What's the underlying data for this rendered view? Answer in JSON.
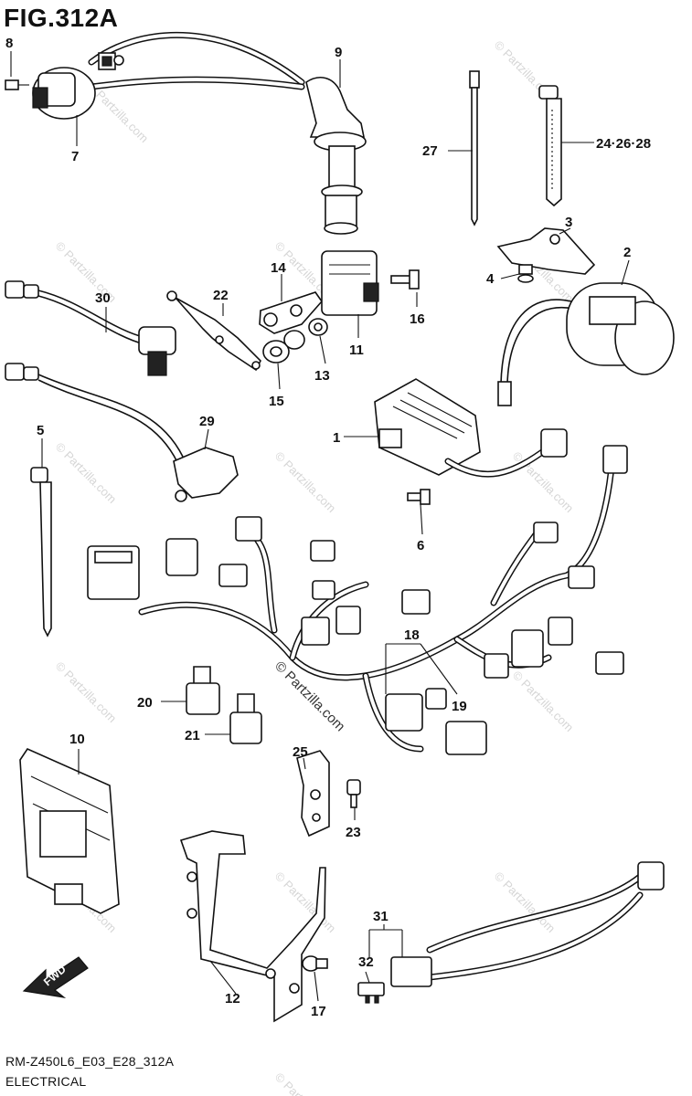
{
  "figure": {
    "title": "FIG.312A"
  },
  "footer": {
    "model_code": "RM-Z450L6_E03_E28_312A",
    "section": "ELECTRICAL"
  },
  "direction_label": "FWD",
  "watermark": "© Partzilla.com",
  "callouts": {
    "c1": "1",
    "c2": "2",
    "c3": "3",
    "c4": "4",
    "c5": "5",
    "c6": "6",
    "c7": "7",
    "c8": "8",
    "c9": "9",
    "c10": "10",
    "c11": "11",
    "c12": "12",
    "c13": "13",
    "c14": "14",
    "c15": "15",
    "c16": "16",
    "c17": "17",
    "c18": "18",
    "c19": "19",
    "c20": "20",
    "c21": "21",
    "c22": "22",
    "c23": "23",
    "c24": "24·26·28",
    "c25": "25",
    "c27": "27",
    "c29": "29",
    "c30": "30",
    "c31": "31",
    "c32": "32"
  },
  "colors": {
    "line": "#111111",
    "background": "#ffffff",
    "watermark": "#d6d6d6"
  }
}
